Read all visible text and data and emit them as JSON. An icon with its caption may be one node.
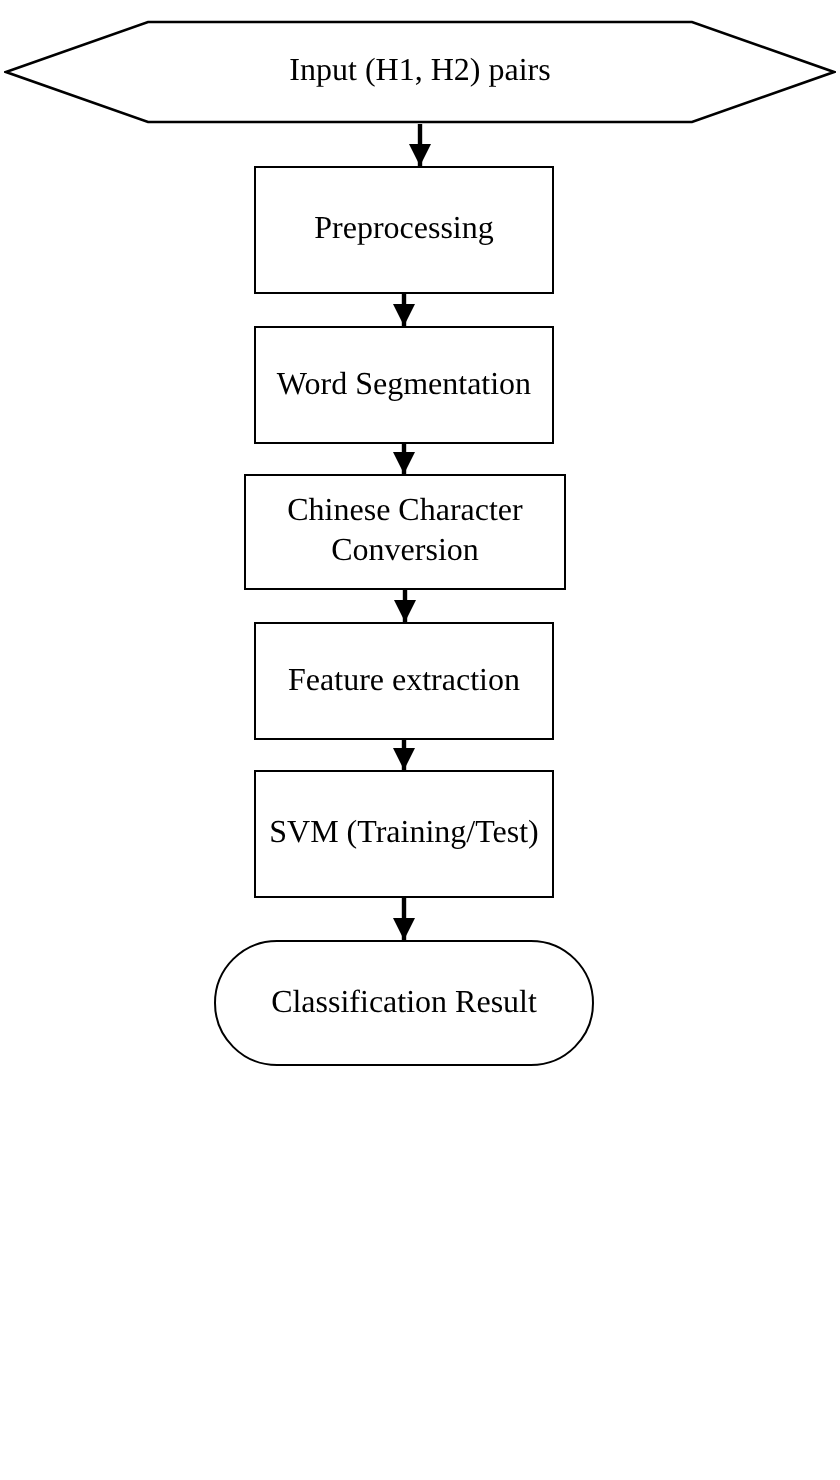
{
  "diagram": {
    "nodes": [
      {
        "text": [
          "Input (H1, H2) pairs"
        ]
      },
      {
        "text": [
          "Preprocessing"
        ]
      },
      {
        "text": [
          "Word Segmentation"
        ]
      },
      {
        "text": [
          "Chinese Character Conversion"
        ]
      },
      {
        "text": [
          "Feature extraction"
        ]
      },
      {
        "text": [
          "SVM (Training/Test)"
        ]
      },
      {
        "text": [
          "Classification Result"
        ]
      }
    ],
    "edges": [
      {
        "from": 0,
        "to": 1,
        "arrow": "to"
      },
      {
        "from": 1,
        "to": 2,
        "arrow": "to"
      },
      {
        "from": 2,
        "to": 3,
        "arrow": "to"
      },
      {
        "from": 3,
        "to": 4,
        "arrow": "to"
      },
      {
        "from": 4,
        "to": 5,
        "arrow": "to"
      },
      {
        "from": 5,
        "to": 6,
        "arrow": "to"
      }
    ]
  }
}
